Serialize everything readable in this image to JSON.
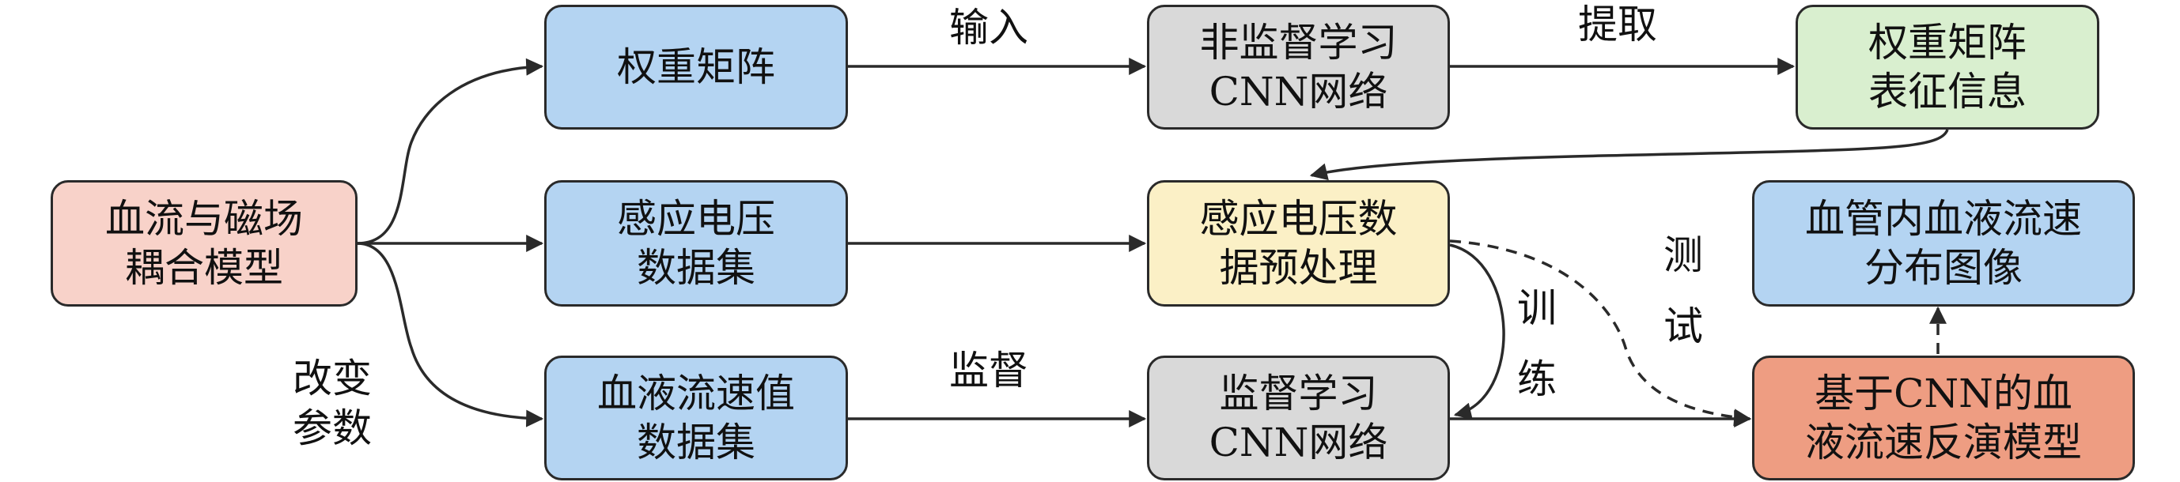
{
  "colors": {
    "pink": "#f8d2c9",
    "blue": "#b4d4f2",
    "gray": "#d9d9d9",
    "green": "#d9efcf",
    "yellow": "#fbf0c6",
    "orange": "#ee9d82",
    "line": "#2a2a2a"
  },
  "nodes": {
    "coupling_model": {
      "line1": "血流与磁场",
      "line2": "耦合模型"
    },
    "weight_matrix": {
      "line1": "权重矩阵"
    },
    "induced_voltage_dataset": {
      "line1": "感应电压",
      "line2": "数据集"
    },
    "blood_velocity_dataset": {
      "line1": "血液流速值",
      "line2": "数据集"
    },
    "unsupervised_cnn": {
      "line1": "非监督学习",
      "line2": "CNN网络"
    },
    "voltage_preprocessing": {
      "line1": "感应电压数",
      "line2": "据预处理"
    },
    "supervised_cnn": {
      "line1": "监督学习",
      "line2": "CNN网络"
    },
    "weight_representation": {
      "line1": "权重矩阵",
      "line2": "表征信息"
    },
    "velocity_image": {
      "line1": "血管内血液流速",
      "line2": "分布图像"
    },
    "inversion_model": {
      "line1": "基于CNN的血",
      "line2": "液流速反演模型"
    }
  },
  "edge_labels": {
    "input": "输入",
    "extract": "提取",
    "supervise": "监督",
    "change_params": {
      "line1": "改变",
      "line2": "参数"
    },
    "train": {
      "line1": "训",
      "line2": "练"
    },
    "test": {
      "line1": "测",
      "line2": "试"
    }
  }
}
